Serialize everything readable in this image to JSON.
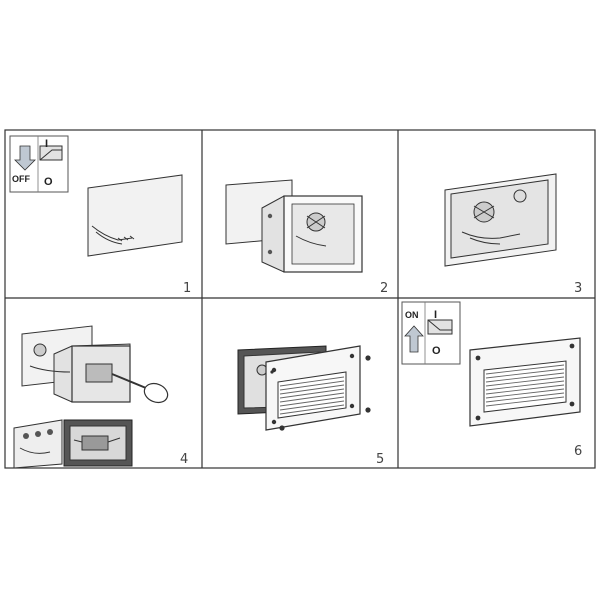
{
  "steps": [
    {
      "number": "1",
      "switch": {
        "label": "OFF",
        "upper_glyph": "I",
        "lower_glyph": "O"
      }
    },
    {
      "number": "2"
    },
    {
      "number": "3"
    },
    {
      "number": "4"
    },
    {
      "number": "5"
    },
    {
      "number": "6",
      "switch": {
        "label": "ON",
        "upper_glyph": "I",
        "lower_glyph": "O"
      }
    }
  ],
  "colors": {
    "line": "#333333",
    "box_fill": "#e2e2e2",
    "panel_border": "#333333",
    "arrow_fill": "#bfc8d2"
  }
}
